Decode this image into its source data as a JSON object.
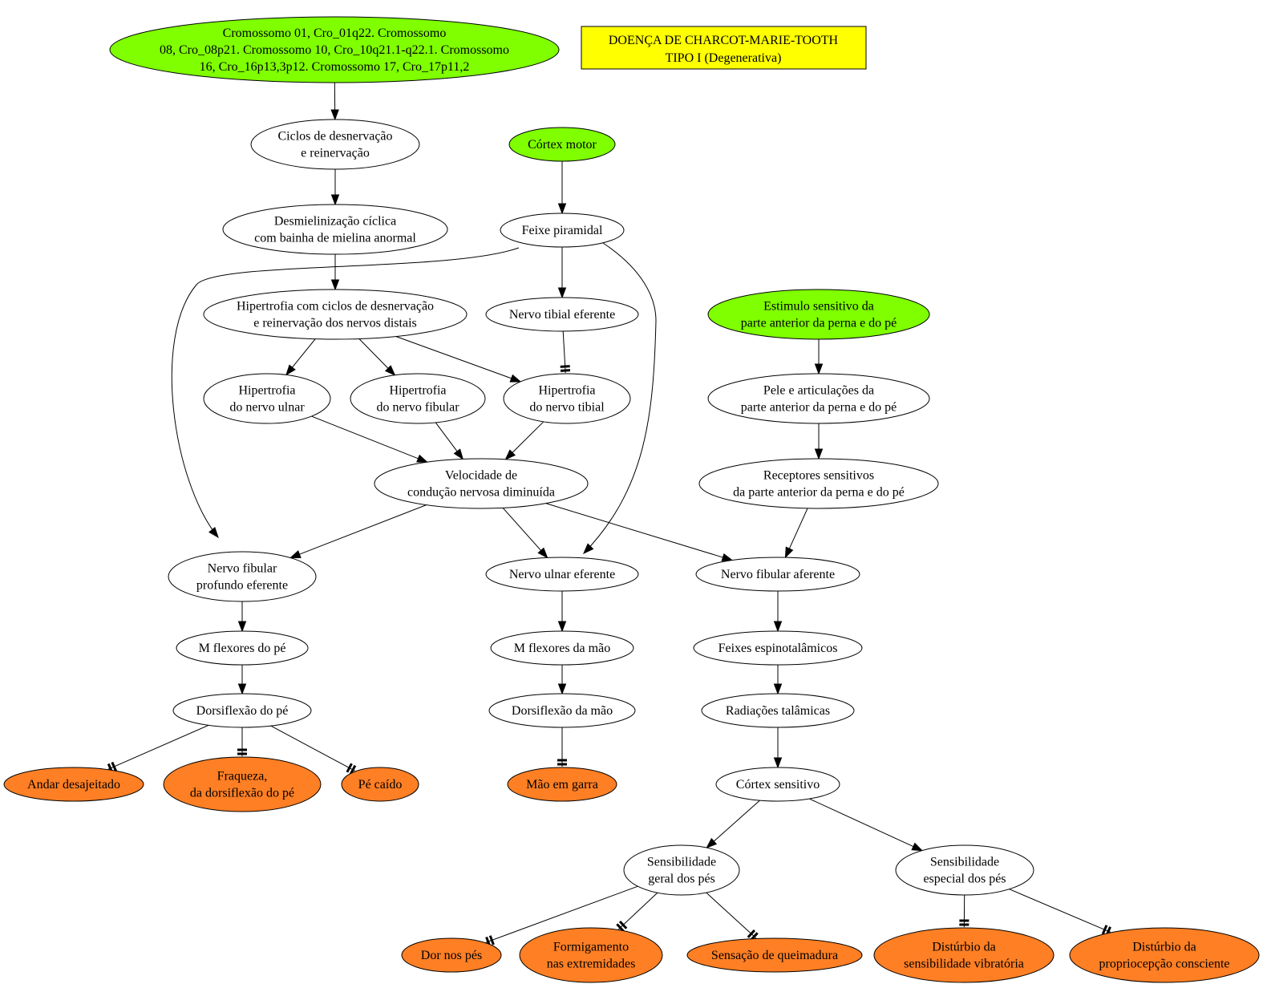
{
  "title": {
    "lines": [
      "DOENÇA DE CHARCOT-MARIE-TOOTH",
      "TIPO I (Degenerativa)"
    ],
    "fill": "#ffff00"
  },
  "colors": {
    "cause": "#7fff00",
    "symptom": "#ff7f24",
    "default": "#ffffff"
  },
  "nodes": [
    {
      "id": "cromossomo",
      "kind": "cause",
      "lines": [
        "Cromossomo 01, Cro_01q22. Cromossomo",
        "08, Cro_08p21. Cromossomo 10, Cro_10q21.1-q22.1. Cromossomo",
        "16, Cro_16p13,3p12. Cromossomo 17, Cro_17p11,2"
      ]
    },
    {
      "id": "ciclos",
      "kind": "default",
      "lines": [
        "Ciclos de desnervação",
        "e reinervação"
      ]
    },
    {
      "id": "cortex_motor",
      "kind": "cause",
      "lines": [
        "Córtex motor"
      ]
    },
    {
      "id": "desmielinizacao",
      "kind": "default",
      "lines": [
        "Desmielinização cíclica",
        "com bainha de mielina anormal"
      ]
    },
    {
      "id": "feixe_piramidal",
      "kind": "default",
      "lines": [
        "Feixe piramidal"
      ]
    },
    {
      "id": "hipertrofia_ciclos",
      "kind": "default",
      "lines": [
        "Hipertrofia com ciclos de desnervação",
        "e reinervação dos nervos distais"
      ]
    },
    {
      "id": "nervo_tibial_eferente",
      "kind": "default",
      "lines": [
        "Nervo tibial eferente"
      ]
    },
    {
      "id": "estimulo",
      "kind": "cause",
      "lines": [
        "Estimulo sensitivo da",
        "parte anterior da perna e do pé"
      ]
    },
    {
      "id": "hip_ulnar",
      "kind": "default",
      "lines": [
        "Hipertrofia",
        "do nervo ulnar"
      ]
    },
    {
      "id": "hip_fibular",
      "kind": "default",
      "lines": [
        "Hipertrofia",
        "do nervo fibular"
      ]
    },
    {
      "id": "hip_tibial",
      "kind": "default",
      "lines": [
        "Hipertrofia",
        "do nervo tibial"
      ]
    },
    {
      "id": "pele",
      "kind": "default",
      "lines": [
        "Pele e articulações da",
        "parte anterior da perna e do pé"
      ]
    },
    {
      "id": "velocidade",
      "kind": "default",
      "lines": [
        "Velocidade de",
        "condução nervosa diminuída"
      ]
    },
    {
      "id": "receptores",
      "kind": "default",
      "lines": [
        "Receptores sensitivos",
        "da parte anterior da perna e do pé"
      ]
    },
    {
      "id": "fibular_profundo",
      "kind": "default",
      "lines": [
        "Nervo fibular",
        "profundo eferente"
      ]
    },
    {
      "id": "ulnar_eferente",
      "kind": "default",
      "lines": [
        "Nervo ulnar eferente"
      ]
    },
    {
      "id": "fibular_aferente",
      "kind": "default",
      "lines": [
        "Nervo fibular aferente"
      ]
    },
    {
      "id": "m_flexores_pe",
      "kind": "default",
      "lines": [
        "M flexores do pé"
      ]
    },
    {
      "id": "m_flexores_mao",
      "kind": "default",
      "lines": [
        "M flexores da mão"
      ]
    },
    {
      "id": "feixes_espino",
      "kind": "default",
      "lines": [
        "Feixes espinotalâmicos"
      ]
    },
    {
      "id": "dorsiflexao_pe",
      "kind": "default",
      "lines": [
        "Dorsiflexão do pé"
      ]
    },
    {
      "id": "dorsiflexao_mao",
      "kind": "default",
      "lines": [
        "Dorsiflexão da mão"
      ]
    },
    {
      "id": "radiacoes",
      "kind": "default",
      "lines": [
        "Radiações talâmicas"
      ]
    },
    {
      "id": "andar",
      "kind": "symptom",
      "lines": [
        "Andar desajeitado"
      ]
    },
    {
      "id": "fraqueza",
      "kind": "symptom",
      "lines": [
        "Fraqueza,",
        "da dorsiflexão do pé"
      ]
    },
    {
      "id": "pe_caido",
      "kind": "symptom",
      "lines": [
        "Pé caído"
      ]
    },
    {
      "id": "mao_garra",
      "kind": "symptom",
      "lines": [
        "Mão em garra"
      ]
    },
    {
      "id": "cortex_sensitivo",
      "kind": "default",
      "lines": [
        "Córtex sensitivo"
      ]
    },
    {
      "id": "sens_geral",
      "kind": "default",
      "lines": [
        "Sensibilidade",
        "geral dos pés"
      ]
    },
    {
      "id": "sens_especial",
      "kind": "default",
      "lines": [
        "Sensibilidade",
        "especial dos pés"
      ]
    },
    {
      "id": "dor",
      "kind": "symptom",
      "lines": [
        "Dor nos pés"
      ]
    },
    {
      "id": "formigamento",
      "kind": "symptom",
      "lines": [
        "Formigamento",
        "nas extremidades"
      ]
    },
    {
      "id": "queimadura",
      "kind": "symptom",
      "lines": [
        "Sensação de queimadura"
      ]
    },
    {
      "id": "disturbio_vibratoria",
      "kind": "symptom",
      "lines": [
        "Distúrbio da",
        "sensibilidade vibratória"
      ]
    },
    {
      "id": "disturbio_proprio",
      "kind": "symptom",
      "lines": [
        "Distúrbio da",
        "propriocepção consciente"
      ]
    }
  ],
  "edges": [
    {
      "from": "cromossomo",
      "to": "ciclos",
      "type": "arrow"
    },
    {
      "from": "ciclos",
      "to": "desmielinizacao",
      "type": "arrow"
    },
    {
      "from": "desmielinizacao",
      "to": "hipertrofia_ciclos",
      "type": "arrow"
    },
    {
      "from": "cortex_motor",
      "to": "feixe_piramidal",
      "type": "arrow"
    },
    {
      "from": "feixe_piramidal",
      "to": "nervo_tibial_eferente",
      "type": "arrow"
    },
    {
      "from": "feixe_piramidal",
      "to": "fibular_profundo",
      "type": "arrow"
    },
    {
      "from": "feixe_piramidal",
      "to": "ulnar_eferente",
      "type": "arrow"
    },
    {
      "from": "nervo_tibial_eferente",
      "to": "hip_tibial",
      "type": "tee"
    },
    {
      "from": "hipertrofia_ciclos",
      "to": "hip_ulnar",
      "type": "arrow"
    },
    {
      "from": "hipertrofia_ciclos",
      "to": "hip_fibular",
      "type": "arrow"
    },
    {
      "from": "hipertrofia_ciclos",
      "to": "hip_tibial",
      "type": "arrow"
    },
    {
      "from": "hip_ulnar",
      "to": "velocidade",
      "type": "arrow"
    },
    {
      "from": "hip_fibular",
      "to": "velocidade",
      "type": "arrow"
    },
    {
      "from": "hip_tibial",
      "to": "velocidade",
      "type": "arrow"
    },
    {
      "from": "velocidade",
      "to": "fibular_profundo",
      "type": "arrow"
    },
    {
      "from": "velocidade",
      "to": "ulnar_eferente",
      "type": "arrow"
    },
    {
      "from": "velocidade",
      "to": "fibular_aferente",
      "type": "arrow"
    },
    {
      "from": "estimulo",
      "to": "pele",
      "type": "arrow"
    },
    {
      "from": "pele",
      "to": "receptores",
      "type": "arrow"
    },
    {
      "from": "receptores",
      "to": "fibular_aferente",
      "type": "arrow"
    },
    {
      "from": "fibular_profundo",
      "to": "m_flexores_pe",
      "type": "arrow"
    },
    {
      "from": "m_flexores_pe",
      "to": "dorsiflexao_pe",
      "type": "arrow"
    },
    {
      "from": "dorsiflexao_pe",
      "to": "andar",
      "type": "tee"
    },
    {
      "from": "dorsiflexao_pe",
      "to": "fraqueza",
      "type": "tee"
    },
    {
      "from": "dorsiflexao_pe",
      "to": "pe_caido",
      "type": "tee"
    },
    {
      "from": "ulnar_eferente",
      "to": "m_flexores_mao",
      "type": "arrow"
    },
    {
      "from": "m_flexores_mao",
      "to": "dorsiflexao_mao",
      "type": "arrow"
    },
    {
      "from": "dorsiflexao_mao",
      "to": "mao_garra",
      "type": "tee"
    },
    {
      "from": "fibular_aferente",
      "to": "feixes_espino",
      "type": "arrow"
    },
    {
      "from": "feixes_espino",
      "to": "radiacoes",
      "type": "arrow"
    },
    {
      "from": "radiacoes",
      "to": "cortex_sensitivo",
      "type": "arrow"
    },
    {
      "from": "cortex_sensitivo",
      "to": "sens_geral",
      "type": "arrow"
    },
    {
      "from": "cortex_sensitivo",
      "to": "sens_especial",
      "type": "arrow"
    },
    {
      "from": "sens_geral",
      "to": "dor",
      "type": "tee"
    },
    {
      "from": "sens_geral",
      "to": "formigamento",
      "type": "tee"
    },
    {
      "from": "sens_geral",
      "to": "queimadura",
      "type": "tee"
    },
    {
      "from": "sens_especial",
      "to": "disturbio_vibratoria",
      "type": "tee"
    },
    {
      "from": "sens_especial",
      "to": "disturbio_proprio",
      "type": "tee"
    }
  ]
}
